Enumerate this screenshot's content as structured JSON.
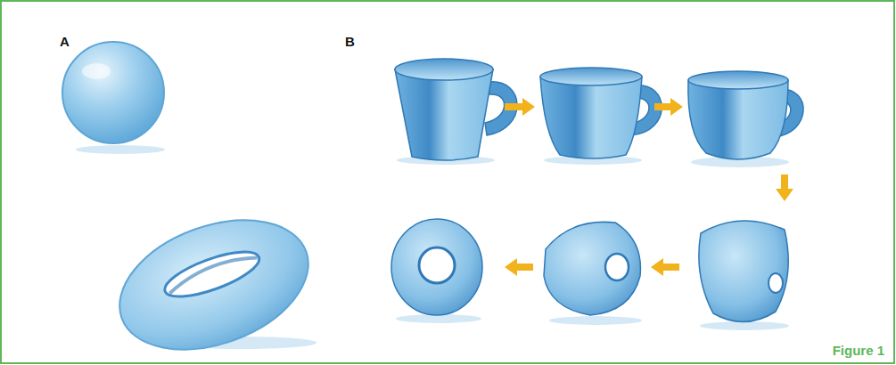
{
  "diagram": {
    "caption": "Figure 1",
    "labels": [
      "A",
      "B"
    ]
  }
}
